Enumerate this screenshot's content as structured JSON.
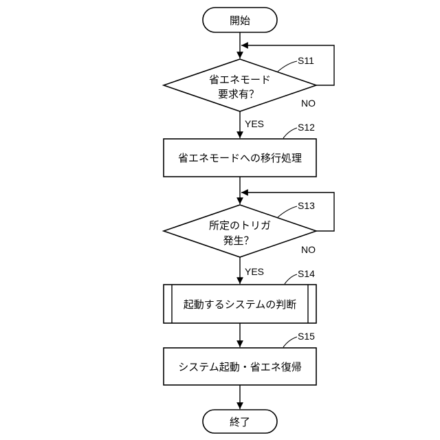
{
  "flowchart": {
    "start": {
      "label": "開始"
    },
    "s11": {
      "step": "S11",
      "line1": "省エネモード",
      "line2": "要求有？",
      "yes": "YES",
      "no": "NO"
    },
    "s12": {
      "step": "S12",
      "label": "省エネモードへの移行処理"
    },
    "s13": {
      "step": "S13",
      "line1": "所定のトリガ",
      "line2": "発生？",
      "yes": "YES",
      "no": "NO"
    },
    "s14": {
      "step": "S14",
      "label": "起動するシステムの判断"
    },
    "s15": {
      "step": "S15",
      "label": "システム起動・省エネ復帰"
    },
    "end": {
      "label": "終了"
    }
  }
}
